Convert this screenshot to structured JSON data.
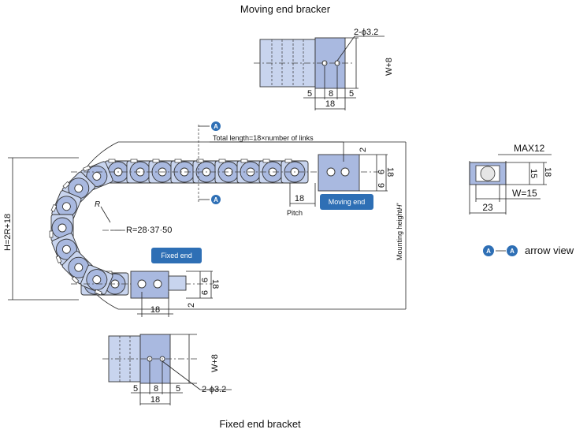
{
  "titles": {
    "moving_bracket": "Moving end bracker",
    "fixed_bracket": "Fixed end bracket"
  },
  "labels": {
    "total_length": "Total length=18×number of links",
    "pitch": "Pitch",
    "radius": "R=28·37·50",
    "radius_r": "R",
    "height": "H=2R+18",
    "mounting_height": "Mounting height",
    "mounting_height_h": "H'",
    "arrow_view": "arrow view",
    "section_letter": "A",
    "max": "MAX12",
    "w_inner": "W=15",
    "hole_spec": "2-ϕ3.2",
    "w_plus": "W+8"
  },
  "badges": {
    "moving_end": "Moving end",
    "fixed_end": "Fixed end"
  },
  "dims": {
    "d2": "2",
    "d9": "9",
    "d18": "18",
    "d5": "5",
    "d8": "8",
    "d15": "15",
    "d23": "23"
  },
  "colors": {
    "link_fill": "#c8d4ee",
    "link_dark": "#a9b9e0",
    "badge": "#2e6fb5",
    "line": "#222222"
  }
}
